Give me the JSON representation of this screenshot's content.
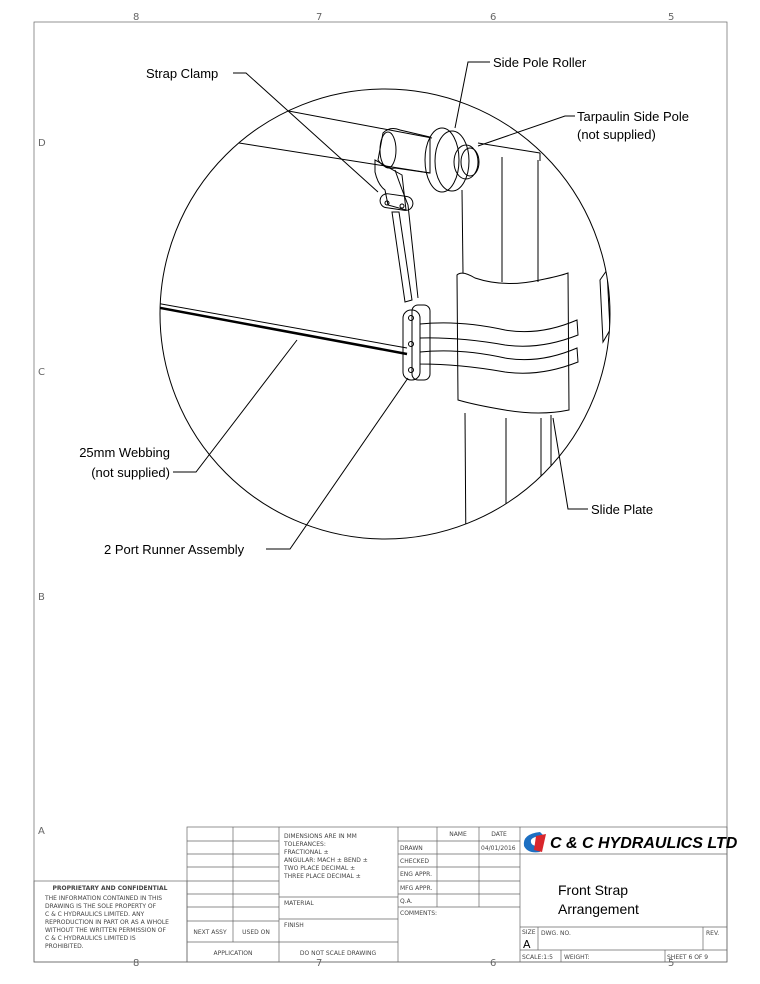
{
  "zones": {
    "columns": [
      "8",
      "7",
      "6",
      "5"
    ],
    "rows": [
      "D",
      "C",
      "B",
      "A"
    ]
  },
  "callouts": {
    "strap_clamp": "Strap Clamp",
    "side_pole_roller": "Side Pole Roller",
    "tarpaulin_line1": "Tarpaulin Side Pole",
    "tarpaulin_line2": "(not supplied)",
    "webbing_line1": "25mm Webbing",
    "webbing_line2": "(not supplied)",
    "runner_assembly": "2 Port Runner Assembly",
    "slide_plate": "Slide Plate"
  },
  "title_block": {
    "proprietary_heading": "PROPRIETARY AND CONFIDENTIAL",
    "proprietary_lines": [
      "THE INFORMATION CONTAINED IN THIS",
      "DRAWING IS THE SOLE PROPERTY OF",
      "C & C HYDRAULICS LIMITED.  ANY",
      "REPRODUCTION IN PART OR AS A WHOLE",
      "WITHOUT THE WRITTEN PERMISSION OF",
      "C & C HYDRAULICS LIMITED  IS",
      "PROHIBITED."
    ],
    "next_assy": "NEXT ASSY",
    "used_on": "USED ON",
    "application": "APPLICATION",
    "tolerances": [
      "DIMENSIONS ARE IN MM",
      "TOLERANCES:",
      "FRACTIONAL ±",
      "ANGULAR: MACH ±    BEND ±",
      "TWO PLACE DECIMAL    ±",
      "THREE PLACE DECIMAL  ±"
    ],
    "material": "MATERIAL",
    "finish": "FINISH",
    "do_not_scale": "DO NOT SCALE DRAWING",
    "name_header": "NAME",
    "date_header": "DATE",
    "drawn": "DRAWN",
    "drawn_date": "04/01/2016",
    "checked": "CHECKED",
    "eng_appr": "ENG APPR.",
    "mfg_appr": "MFG APPR.",
    "qa": "Q.A.",
    "comments": "COMMENTS:",
    "company": "C & C HYDRAULICS LTD",
    "drawing_title_line1": "Front Strap",
    "drawing_title_line2": "Arrangement",
    "size_label": "SIZE",
    "size_value": "A",
    "dwg_no": "DWG.  NO.",
    "rev": "REV.",
    "scale": "SCALE:1:5",
    "weight": "WEIGHT:",
    "sheet": "SHEET 6 OF 9"
  },
  "colors": {
    "logo_red": "#d8262c",
    "logo_blue": "#1d6fc2"
  }
}
